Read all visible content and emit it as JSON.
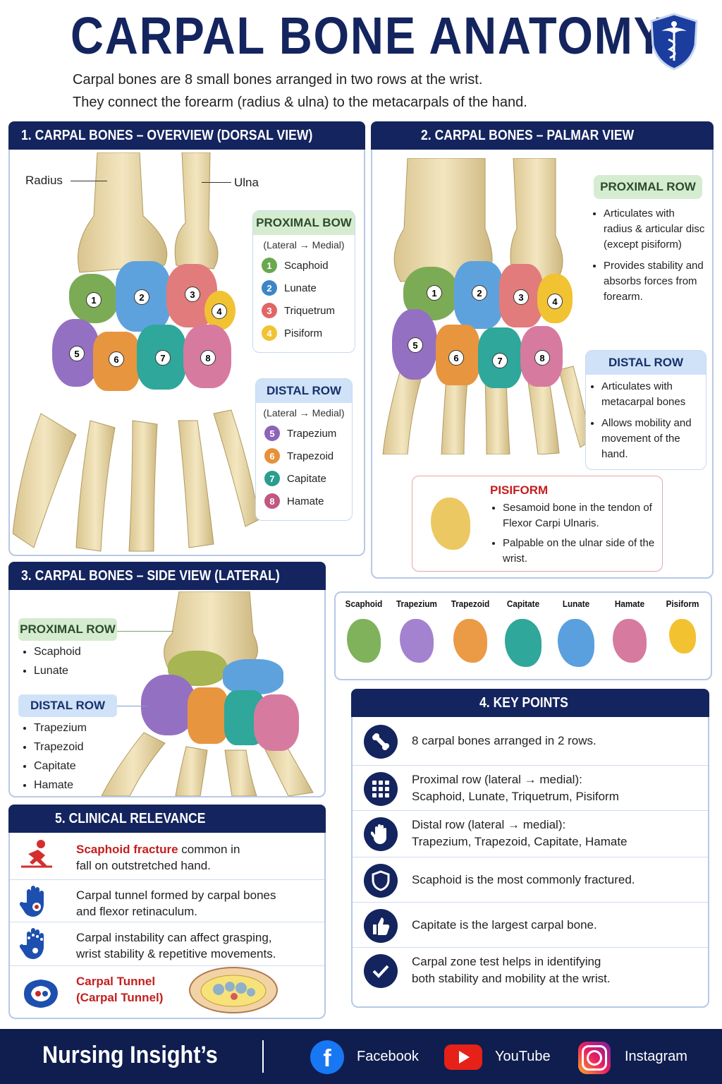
{
  "header": {
    "title": "CARPAL BONE ANATOMY",
    "intro_line1": "Carpal bones are 8 small bones arranged in two rows at the wrist.",
    "intro_line2": "They connect the forearm (radius & ulna) to the metacarpals of the hand.",
    "logo_icon": "caduceus-shield-icon"
  },
  "section1": {
    "heading": "1.  CARPAL BONES – OVERVIEW (DORSAL VIEW)",
    "radius_label": "Radius",
    "ulna_label": "Ulna",
    "proximal_box": {
      "title": "PROXIMAL BOW",
      "subtitle": "(Lateral → Medial)",
      "items": [
        {
          "n": "1",
          "name": "Scaphoid",
          "color": "#6aa84f"
        },
        {
          "n": "2",
          "name": "Lunate",
          "color": "#3d85c6"
        },
        {
          "n": "3",
          "name": "Triquetrum",
          "color": "#e06666"
        },
        {
          "n": "4",
          "name": "Pisiform",
          "color": "#f1c232"
        }
      ]
    },
    "distal_box": {
      "title": "DISTAL ROW",
      "subtitle": "(Lateral → Medial)",
      "items": [
        {
          "n": "5",
          "name": "Trapezium",
          "color": "#8e63b8"
        },
        {
          "n": "6",
          "name": "Trapezoid",
          "color": "#e69138"
        },
        {
          "n": "7",
          "name": "Capitate",
          "color": "#2a9d8f"
        },
        {
          "n": "8",
          "name": "Hamate",
          "color": "#c2577f"
        }
      ]
    }
  },
  "section2": {
    "heading": "2. CARPAL BONES – PALMAR VIEW",
    "proximal": {
      "title": "PROXIMAL ROW",
      "points": [
        "Articulates with radius & articular disc (except pisiform)",
        "Provides stability and absorbs forces from forearm."
      ]
    },
    "distal": {
      "title": "DISTAL ROW",
      "points": [
        "Articulates with metacarpal bones",
        "Allows mobility and movement of the hand."
      ]
    },
    "pisiform": {
      "title": "PISIFORM",
      "points": [
        "Sesamoid bone in the tendon of Flexor Carpi Ulnaris.",
        "Palpable on the ulnar side of the wrist."
      ]
    }
  },
  "section3": {
    "heading": "3. CARPAL BONES – SIDE VIEW (LATERAL)",
    "proximal": {
      "title": "PROXIMAL ROW",
      "items": [
        "Scaphoid",
        "Lunate"
      ]
    },
    "distal": {
      "title": "DISTAL ROW",
      "items": [
        "Trapezium",
        "Trapezoid",
        "Capitate",
        "Hamate"
      ]
    }
  },
  "gallery": [
    {
      "name": "Scaphoid",
      "color": "#7fb25a"
    },
    {
      "name": "Trapezium",
      "color": "#a382cf"
    },
    {
      "name": "Trapezoid",
      "color": "#eb9a45"
    },
    {
      "name": "Capitate",
      "color": "#2fa79a"
    },
    {
      "name": "Lunate",
      "color": "#5aa0df"
    },
    {
      "name": "Hamate",
      "color": "#d77aa0"
    },
    {
      "name": "Pisiform",
      "color": "#f2c230"
    }
  ],
  "section4": {
    "heading": "4. KEY POINTS",
    "items": [
      {
        "icon": "bone-icon",
        "line1": "8 carpal bones arranged in 2 rows.",
        "line2": ""
      },
      {
        "icon": "grid-icon",
        "line1": "Proximal row (lateral → medial):",
        "line2": "Scaphoid, Lunate, Triquetrum, Pisiform"
      },
      {
        "icon": "hand-icon",
        "line1": "Distal row (lateral → medial):",
        "line2": "Trapezium, Trapezoid, Capitate, Hamate"
      },
      {
        "icon": "shield-icon",
        "line1": "Scaphoid is the most commonly fractured.",
        "line2": ""
      },
      {
        "icon": "thumbs-up-icon",
        "line1": "Capitate is the largest carpal bone.",
        "line2": ""
      },
      {
        "icon": "check-icon",
        "line1": "Carpal zone test helps in identifying",
        "line2": "both stability and mobility at the wrist."
      }
    ]
  },
  "section5": {
    "heading": "5. CLINICAL RELEVANCE",
    "items": [
      {
        "icon": "falling-person-icon",
        "highlight": "Scaphoid fracture",
        "line1": " common in",
        "line2": "fall on outstretched hand."
      },
      {
        "icon": "hand-tunnel-icon",
        "highlight": "",
        "line1": "Carpal tunnel formed by carpal bones",
        "line2": "and flexor retinaculum."
      },
      {
        "icon": "hand-joints-icon",
        "highlight": "",
        "line1": "Carpal instability can affect grasping,",
        "line2": "wrist stability & repetitive movements."
      },
      {
        "icon": "wrist-cross-section-icon",
        "highlight": "Carpal Tunnel",
        "line1": "",
        "line2": "(Carpal Tunnel)"
      }
    ]
  },
  "footer": {
    "brand": "Nursing Insight’s",
    "links": [
      {
        "icon": "facebook-icon",
        "label": "Facebook"
      },
      {
        "icon": "youtube-icon",
        "label": "YouTube"
      },
      {
        "icon": "instagram-icon",
        "label": "Instagram"
      }
    ]
  }
}
